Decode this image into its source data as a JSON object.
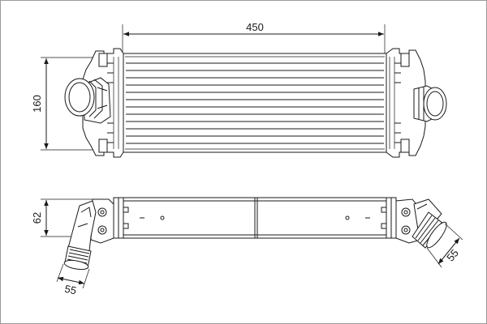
{
  "dimensions": {
    "width_label": "450",
    "height_label": "160",
    "depth_label": "62",
    "inlet_label": "55",
    "outlet_label": "55"
  },
  "colors": {
    "line": "#1a1a1a",
    "frame": "#9a9a9a",
    "background": "#ffffff"
  }
}
